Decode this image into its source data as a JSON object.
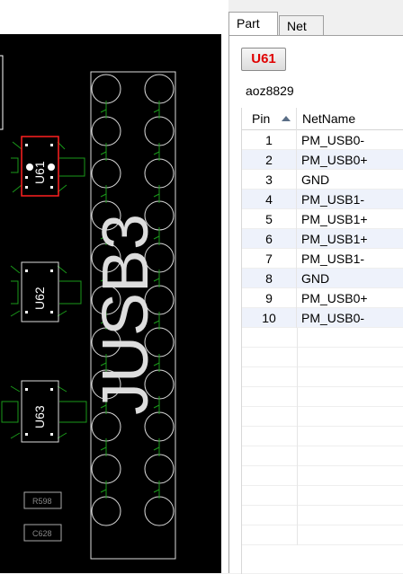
{
  "pcb": {
    "connector_label": "JUSB3",
    "components": [
      {
        "ref": "U61",
        "highlighted": true
      },
      {
        "ref": "U62",
        "highlighted": false
      },
      {
        "ref": "U63",
        "highlighted": false
      }
    ],
    "small_parts": [
      "R598",
      "C628"
    ],
    "colors": {
      "background": "#000000",
      "silkscreen": "#ffffff",
      "pad": "#1a7a1a",
      "highlight": "#ff2020"
    }
  },
  "panel": {
    "tabs": [
      {
        "label": "Part",
        "active": true
      },
      {
        "label": "Net",
        "active": false
      }
    ],
    "part_button": "U61",
    "part_description": "aoz8829",
    "table": {
      "columns": [
        "Pin",
        "NetName"
      ],
      "sort_column": "Pin",
      "rows": [
        {
          "pin": "1",
          "net": "PM_USB0-"
        },
        {
          "pin": "2",
          "net": "PM_USB0+"
        },
        {
          "pin": "3",
          "net": "GND"
        },
        {
          "pin": "4",
          "net": "PM_USB1-"
        },
        {
          "pin": "5",
          "net": "PM_USB1+"
        },
        {
          "pin": "6",
          "net": "PM_USB1+"
        },
        {
          "pin": "7",
          "net": "PM_USB1-"
        },
        {
          "pin": "8",
          "net": "GND"
        },
        {
          "pin": "9",
          "net": "PM_USB0+"
        },
        {
          "pin": "10",
          "net": "PM_USB0-"
        }
      ]
    }
  }
}
